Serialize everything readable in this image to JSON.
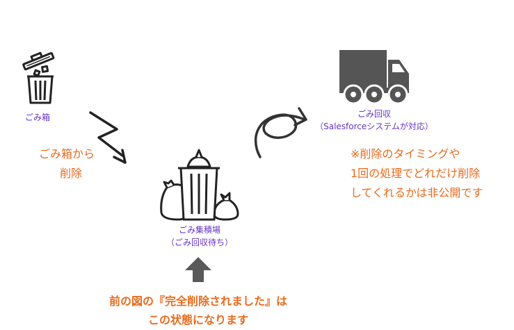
{
  "trash_can": {
    "label": "ごみ箱",
    "icon": "trash-can-icon"
  },
  "arrow_delete": {
    "text_line1": "ごみ箱から",
    "text_line2": "削除",
    "icon": "zigzag-arrow-icon"
  },
  "collection_point": {
    "label_line1": "ごみ集積場",
    "label_line2": "（ごみ回収待ち）",
    "icon": "garbage-collection-point-icon"
  },
  "truck": {
    "label_line1": "ごみ回収",
    "label_line2": "（Salesforceシステムが対応）",
    "icon": "garbage-truck-icon"
  },
  "loop_arrow": {
    "icon": "loop-arrow-icon"
  },
  "note": {
    "line1": "※削除のタイミングや",
    "line2": "1回の処理でどれだけ削除",
    "line3": "してくれるかは非公開です"
  },
  "bottom": {
    "line1": "前の図の『完全削除されました』は",
    "line2": "この状態になります",
    "icon": "up-arrow-icon"
  },
  "colors": {
    "label_purple": "#6633cc",
    "accent_orange": "#ea6a1c",
    "icon_dark": "#222222",
    "truck_gray": "#555555",
    "arrow_gray": "#595959"
  }
}
